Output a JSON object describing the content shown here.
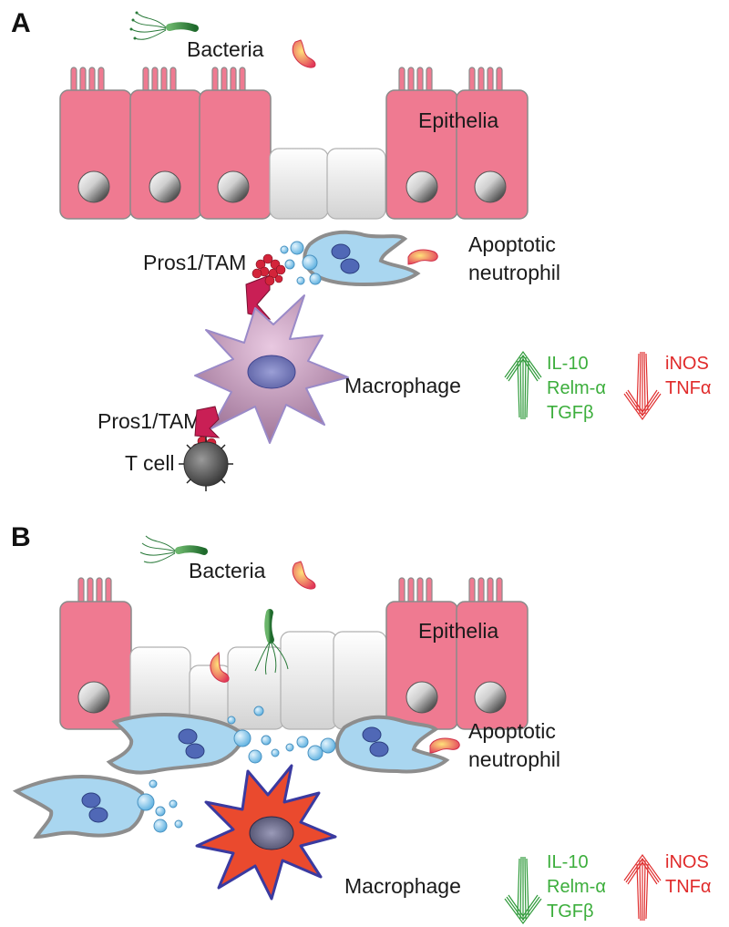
{
  "panel_a": {
    "letter": "A",
    "bacteria_label": "Bacteria",
    "epithelia_label": "Epithelia",
    "pros1_upper_label": "Pros1/TAM",
    "apoptotic_line1": "Apoptotic",
    "apoptotic_line2": "neutrophil",
    "pros1_lower_label": "Pros1/TAM",
    "macrophage_label": "Macrophage",
    "tcell_label": "T cell",
    "up_markers": [
      "IL-10",
      "Relm-α",
      "TGFβ"
    ],
    "down_markers": [
      "iNOS",
      "TNFα"
    ]
  },
  "panel_b": {
    "letter": "B",
    "bacteria_label": "Bacteria",
    "epithelia_label": "Epithelia",
    "apoptotic_line1": "Apoptotic",
    "apoptotic_line2": "neutrophil",
    "macrophage_label": "Macrophage",
    "down_markers": [
      "IL-10",
      "Relm-α",
      "TGFβ"
    ],
    "up_markers": [
      "iNOS",
      "TNFα"
    ]
  },
  "colors": {
    "epithelium": "#ef7a91",
    "neutrophil": "#a9d6f0",
    "macrophage_resting": "#c99ac0",
    "macrophage_inflamed": "#ea4a2e",
    "anti_inflammatory": "#3cae3c",
    "pro_inflammatory": "#e02a2a"
  }
}
